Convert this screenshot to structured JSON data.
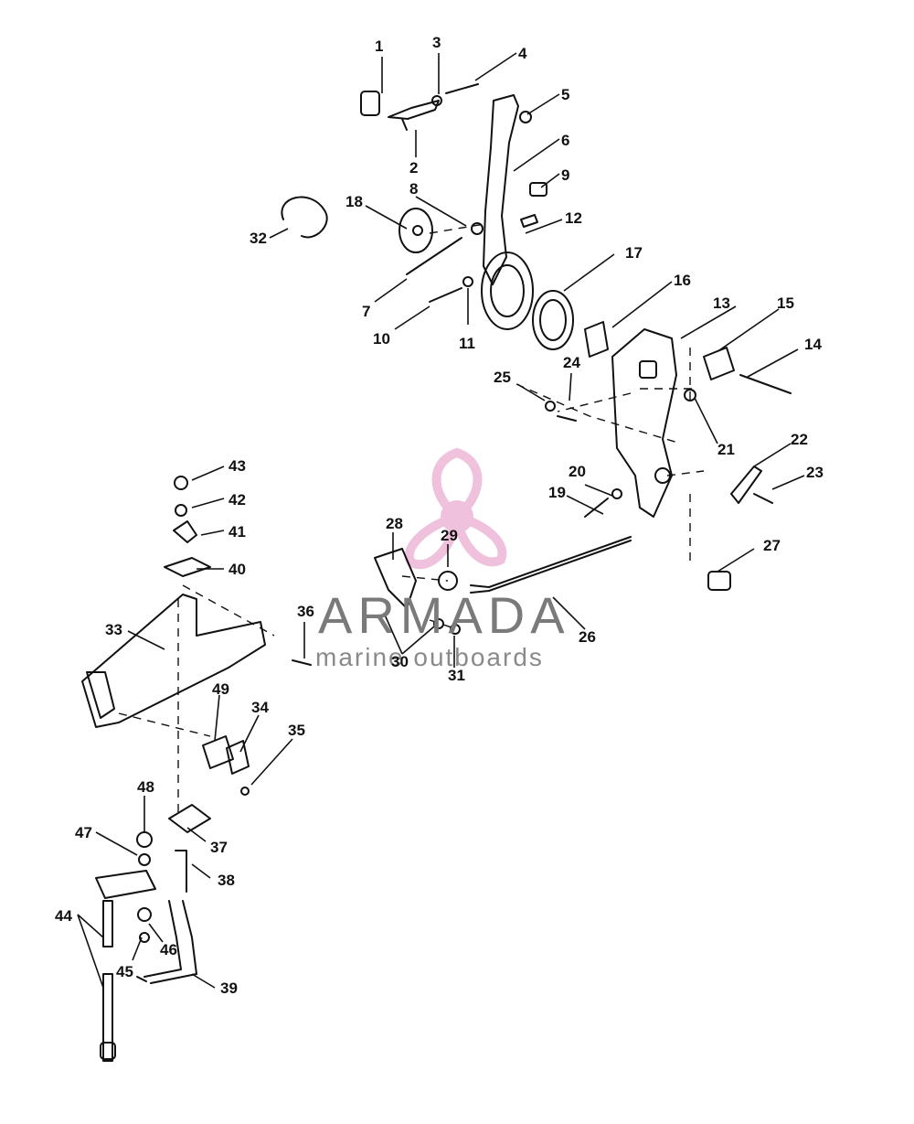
{
  "labels": [
    "1",
    "2",
    "3",
    "4",
    "5",
    "6",
    "7",
    "8",
    "9",
    "10",
    "11",
    "12",
    "13",
    "14",
    "15",
    "16",
    "17",
    "18",
    "19",
    "20",
    "21",
    "22",
    "23",
    "24",
    "25",
    "26",
    "27",
    "28",
    "29",
    "30",
    "31",
    "32",
    "33",
    "34",
    "35",
    "36",
    "37",
    "38",
    "39",
    "40",
    "41",
    "42",
    "43",
    "44",
    "45",
    "46",
    "47",
    "48",
    "49"
  ],
  "watermark": {
    "title": "ARMADA",
    "subtitle": "marine outboards",
    "colors": {
      "logo": "#e58fc0",
      "text": "#7a7a7a"
    }
  }
}
